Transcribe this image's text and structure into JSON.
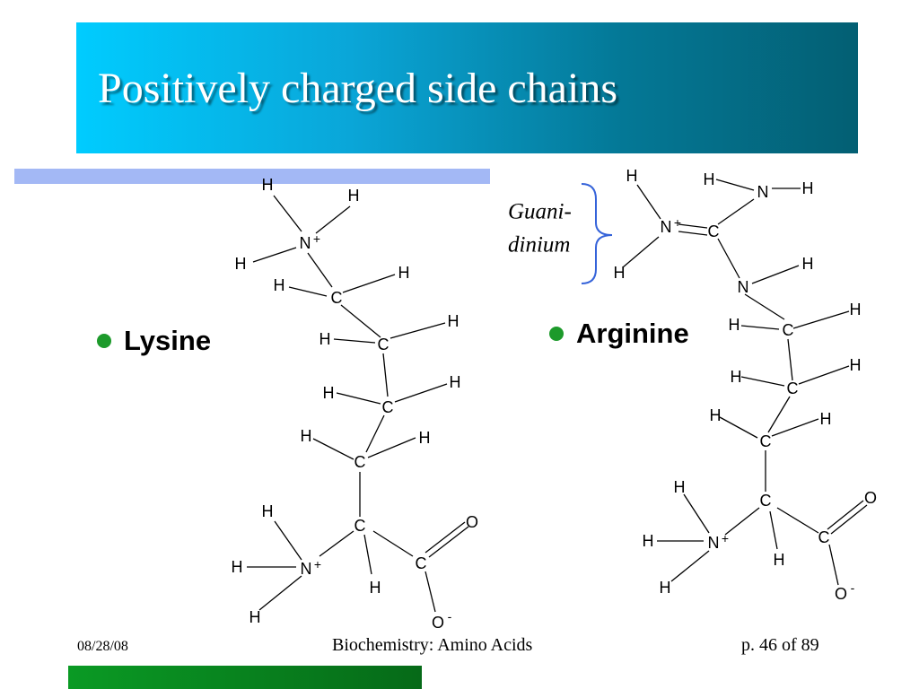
{
  "slide": {
    "title": "Positively charged side chains",
    "accent_color": "#00ccff",
    "bullet_color": "#1d9a2b"
  },
  "bullets": [
    {
      "label": "Lysine"
    },
    {
      "label": "Arginine"
    }
  ],
  "guanidinium_label": {
    "line1": "Guani-",
    "line2": "dinium"
  },
  "atoms": {
    "H": "H",
    "C": "C",
    "N": "N",
    "O": "O",
    "plus": "+",
    "minus": "-"
  },
  "footer": {
    "date": "08/28/08",
    "center": "Biochemistry: Amino Acids",
    "page": "p. 46 of 89"
  }
}
